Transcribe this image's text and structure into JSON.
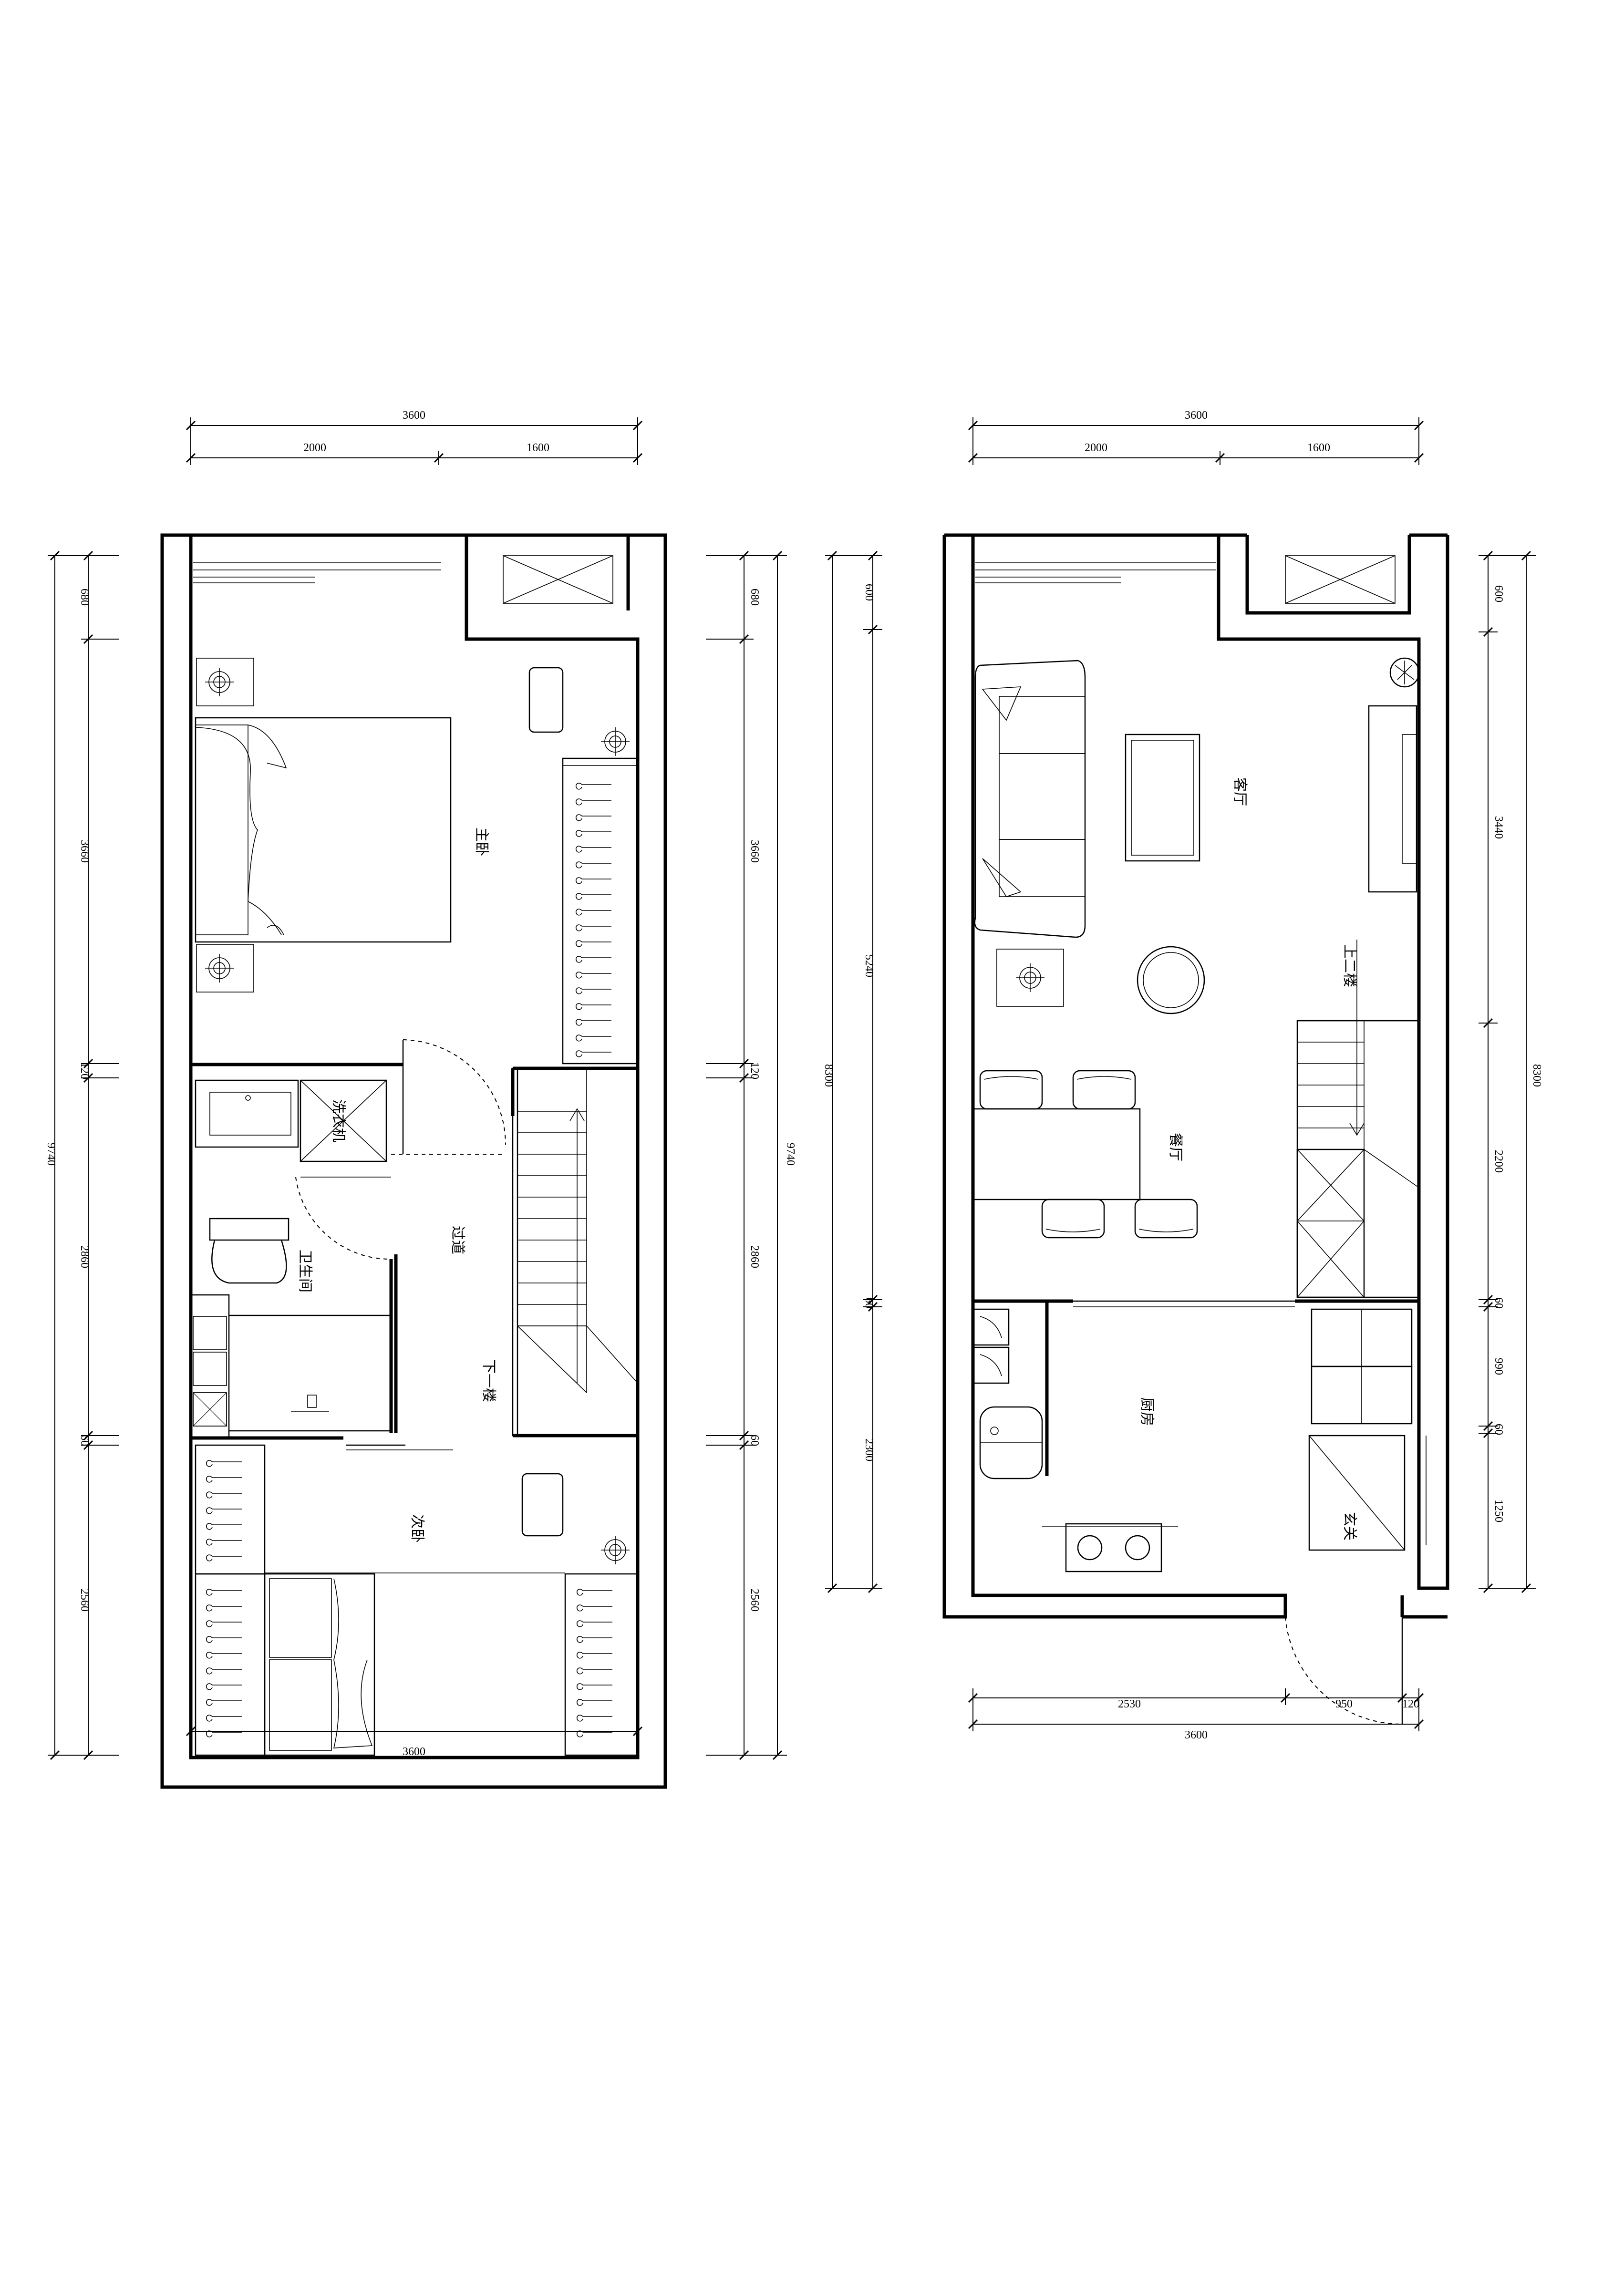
{
  "left_plan": {
    "rooms": {
      "master_bedroom": "主卧",
      "washing_machine": "洗衣机",
      "bathroom": "卫生间",
      "corridor": "过道",
      "stairs_down": "下一楼",
      "second_bedroom": "次卧"
    },
    "dims": {
      "top_total": "3600",
      "top_left": "2000",
      "top_right": "1600",
      "bottom_total": "3600",
      "side_total": "9740",
      "side_a": "680",
      "side_b": "3660",
      "side_c": "120",
      "side_d": "2860",
      "side_e": "60",
      "side_f": "2560"
    }
  },
  "right_plan": {
    "rooms": {
      "living_room": "客厅",
      "stairs_up": "上二楼",
      "dining_room": "餐厅",
      "kitchen": "厨房",
      "entrance": "玄关"
    },
    "dims": {
      "top_total": "3600",
      "top_left": "2000",
      "top_right": "1600",
      "left_total": "8300",
      "left_a": "600",
      "left_b": "5240",
      "left_c": "60",
      "left_d": "2300",
      "right_total": "8300",
      "right_a": "600",
      "right_b": "3440",
      "right_c": "2200",
      "right_d": "60",
      "right_e": "990",
      "right_f": "60",
      "right_g": "1250",
      "bottom_a": "2530",
      "bottom_b": "950",
      "bottom_c": "120",
      "bottom_total": "3600"
    }
  }
}
